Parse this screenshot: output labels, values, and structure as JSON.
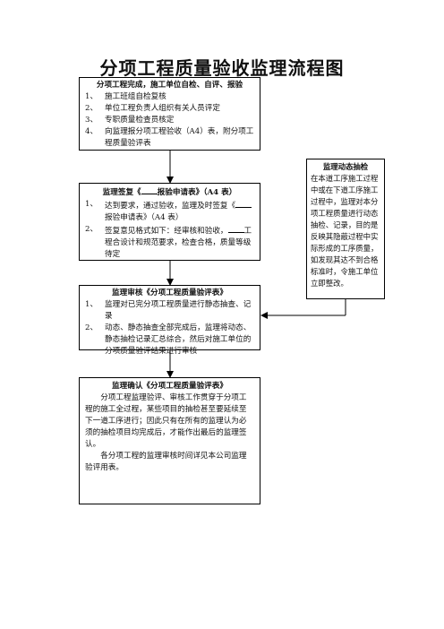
{
  "title": "分项工程质量验收监理流程图",
  "box1": {
    "heading": "分项工程完成，施工单位自检、自评、报验",
    "items": [
      {
        "n": "1、",
        "t": "施工班组自检复核"
      },
      {
        "n": "2、",
        "t": "单位工程负责人组织有关人员评定"
      },
      {
        "n": "3、",
        "t": "专职质量检查员核定"
      },
      {
        "n": "4、",
        "t": "向监理报分项工程验收（A4）表，附分项工程质量验评表"
      }
    ]
  },
  "box2": {
    "heading_a": "监理签复《",
    "heading_b": "报验申请表》（A4 表）",
    "item1_a": "达到要求，通过验收，监理及时签复《",
    "item1_b": "报验申请表》（A4 表）",
    "item2_a": "签复意见格式如下：经审核和验收，",
    "item2_b": "工程合设计和规范要求，检查合格，质量等级待定",
    "n1": "1、",
    "n2": "2、"
  },
  "box3": {
    "heading": "监理动态抽检",
    "text": "在本道工序施工过程中或在下道工序施工过程中，监理对本分项工程质量进行动态抽检、记录，目的是反映其隐蔽过程中实际形成的工序质量，如发现其达不到合格标准时，令施工单位立即整改。"
  },
  "box4": {
    "heading": "监理审核《分项工程质量验评表》",
    "items": [
      {
        "n": "1、",
        "t": "监理对已完分项工程质量进行静态抽查、记录"
      },
      {
        "n": "2、",
        "t": "动态、静态抽查全部完成后，监理将动态、静态抽检记录汇总综合，然后对施工单位的分项质量验评结果进行审核"
      }
    ]
  },
  "box5": {
    "heading": "监理确认《分项工程质量验评表》",
    "para1": "分项工程监理验评、审核工作贯穿于分项工程的施工全过程，某些项目的抽检甚至要延续至下一道工序进行；因此只有在所有的监理认为必须的抽检项目均完成后，才能作出最后的监理签认。",
    "para2": "各分项工程的监理审核时间详见本公司监理验评用表。"
  }
}
